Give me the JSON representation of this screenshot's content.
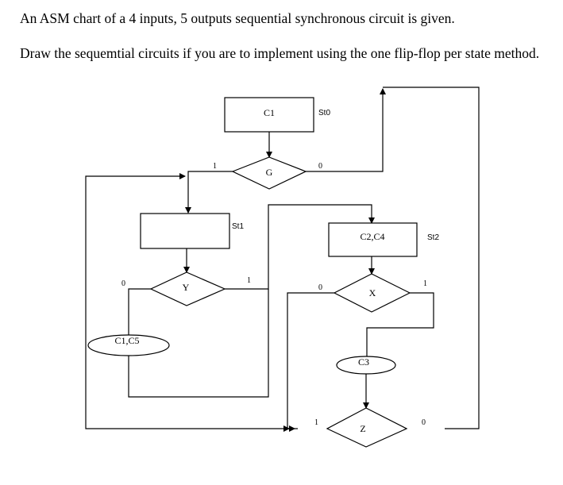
{
  "question": {
    "line1": "An ASM chart of a 4 inputs, 5 outputs sequential synchronous circuit is given.",
    "line2": "Draw the sequemtial circuits if you are to implement using the one flip-flop per state method."
  },
  "diagram": {
    "states": {
      "st0": {
        "name": "St0",
        "output": "C1"
      },
      "st1": {
        "name": "St1",
        "output": ""
      },
      "st2": {
        "name": "St2",
        "output": "C2,C4"
      }
    },
    "decisions": {
      "g": {
        "input": "G",
        "true_label": "1",
        "false_label": "0"
      },
      "y": {
        "input": "Y",
        "true_label": "1",
        "false_label": "0"
      },
      "x": {
        "input": "X",
        "true_label": "1",
        "false_label": "0"
      },
      "z": {
        "input": "Z",
        "true_label": "1",
        "false_label": "0"
      }
    },
    "conditional_outputs": {
      "c1c5": "C1,C5",
      "c3": "C3"
    }
  }
}
